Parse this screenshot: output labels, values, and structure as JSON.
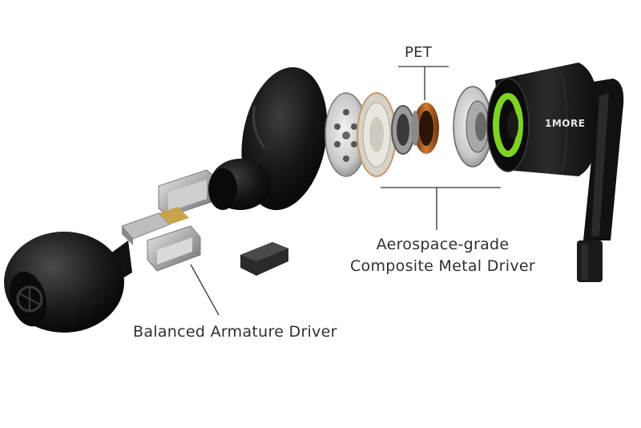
{
  "labels": {
    "pet": "PET",
    "aerospace_line1": "Aerospace-grade",
    "aerospace_line2": "Composite Metal Driver",
    "balanced_armature": "Balanced Armature Driver"
  },
  "brand": {
    "logo_text": "1MORE"
  },
  "colors": {
    "background": "#ffffff",
    "accent_green": "#7ed321",
    "copper": "#b5651d",
    "dark_shell": "#151515"
  }
}
